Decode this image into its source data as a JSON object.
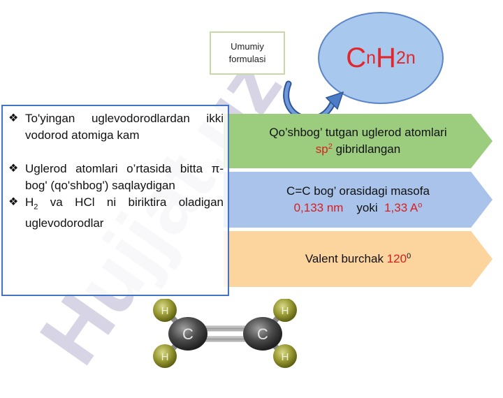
{
  "watermark": {
    "text": "Hujjat.uz",
    "color": "#b9b4d0"
  },
  "formula_label": {
    "line1": "Umumiy",
    "line2": "formulasi"
  },
  "formula": {
    "c": "C",
    "n1": "n",
    "h": "H",
    "n2": "2n"
  },
  "left_list": {
    "items": [
      {
        "text": "To'yingan uglevodorodlardan ikki vodorod atomiga kam"
      },
      {
        "text": "Uglerod atomlari o’rtasida bitta π-bog' (qo'shbog') saqlaydigan"
      },
      {
        "pre": "H",
        "sub": "2",
        "post": " va HCl ni biriktira oladigan uglevodorodlar"
      }
    ],
    "bullet": "❖"
  },
  "chevrons": [
    {
      "line1": "Qo’shbog’ tutgan uglerod atomlari",
      "red": "sp",
      "sup": "2",
      "rest": " gibridlangan",
      "color": "#9ccd7e"
    },
    {
      "line1": "C=C bog’ orasidagi masofa",
      "val1": "0,133 nm",
      "mid": "yoki",
      "val2": "1,33 A",
      "sup": "o",
      "color": "#a9c3ea"
    },
    {
      "text": "Valent burchak ",
      "red": "120",
      "sup": "0",
      "color": "#fcd49d"
    }
  ],
  "molecule": {
    "carbon": "C",
    "hydrogen": "H",
    "hydrogen_color": "#8b8c2c",
    "carbon_color": "#4a4a4a"
  }
}
